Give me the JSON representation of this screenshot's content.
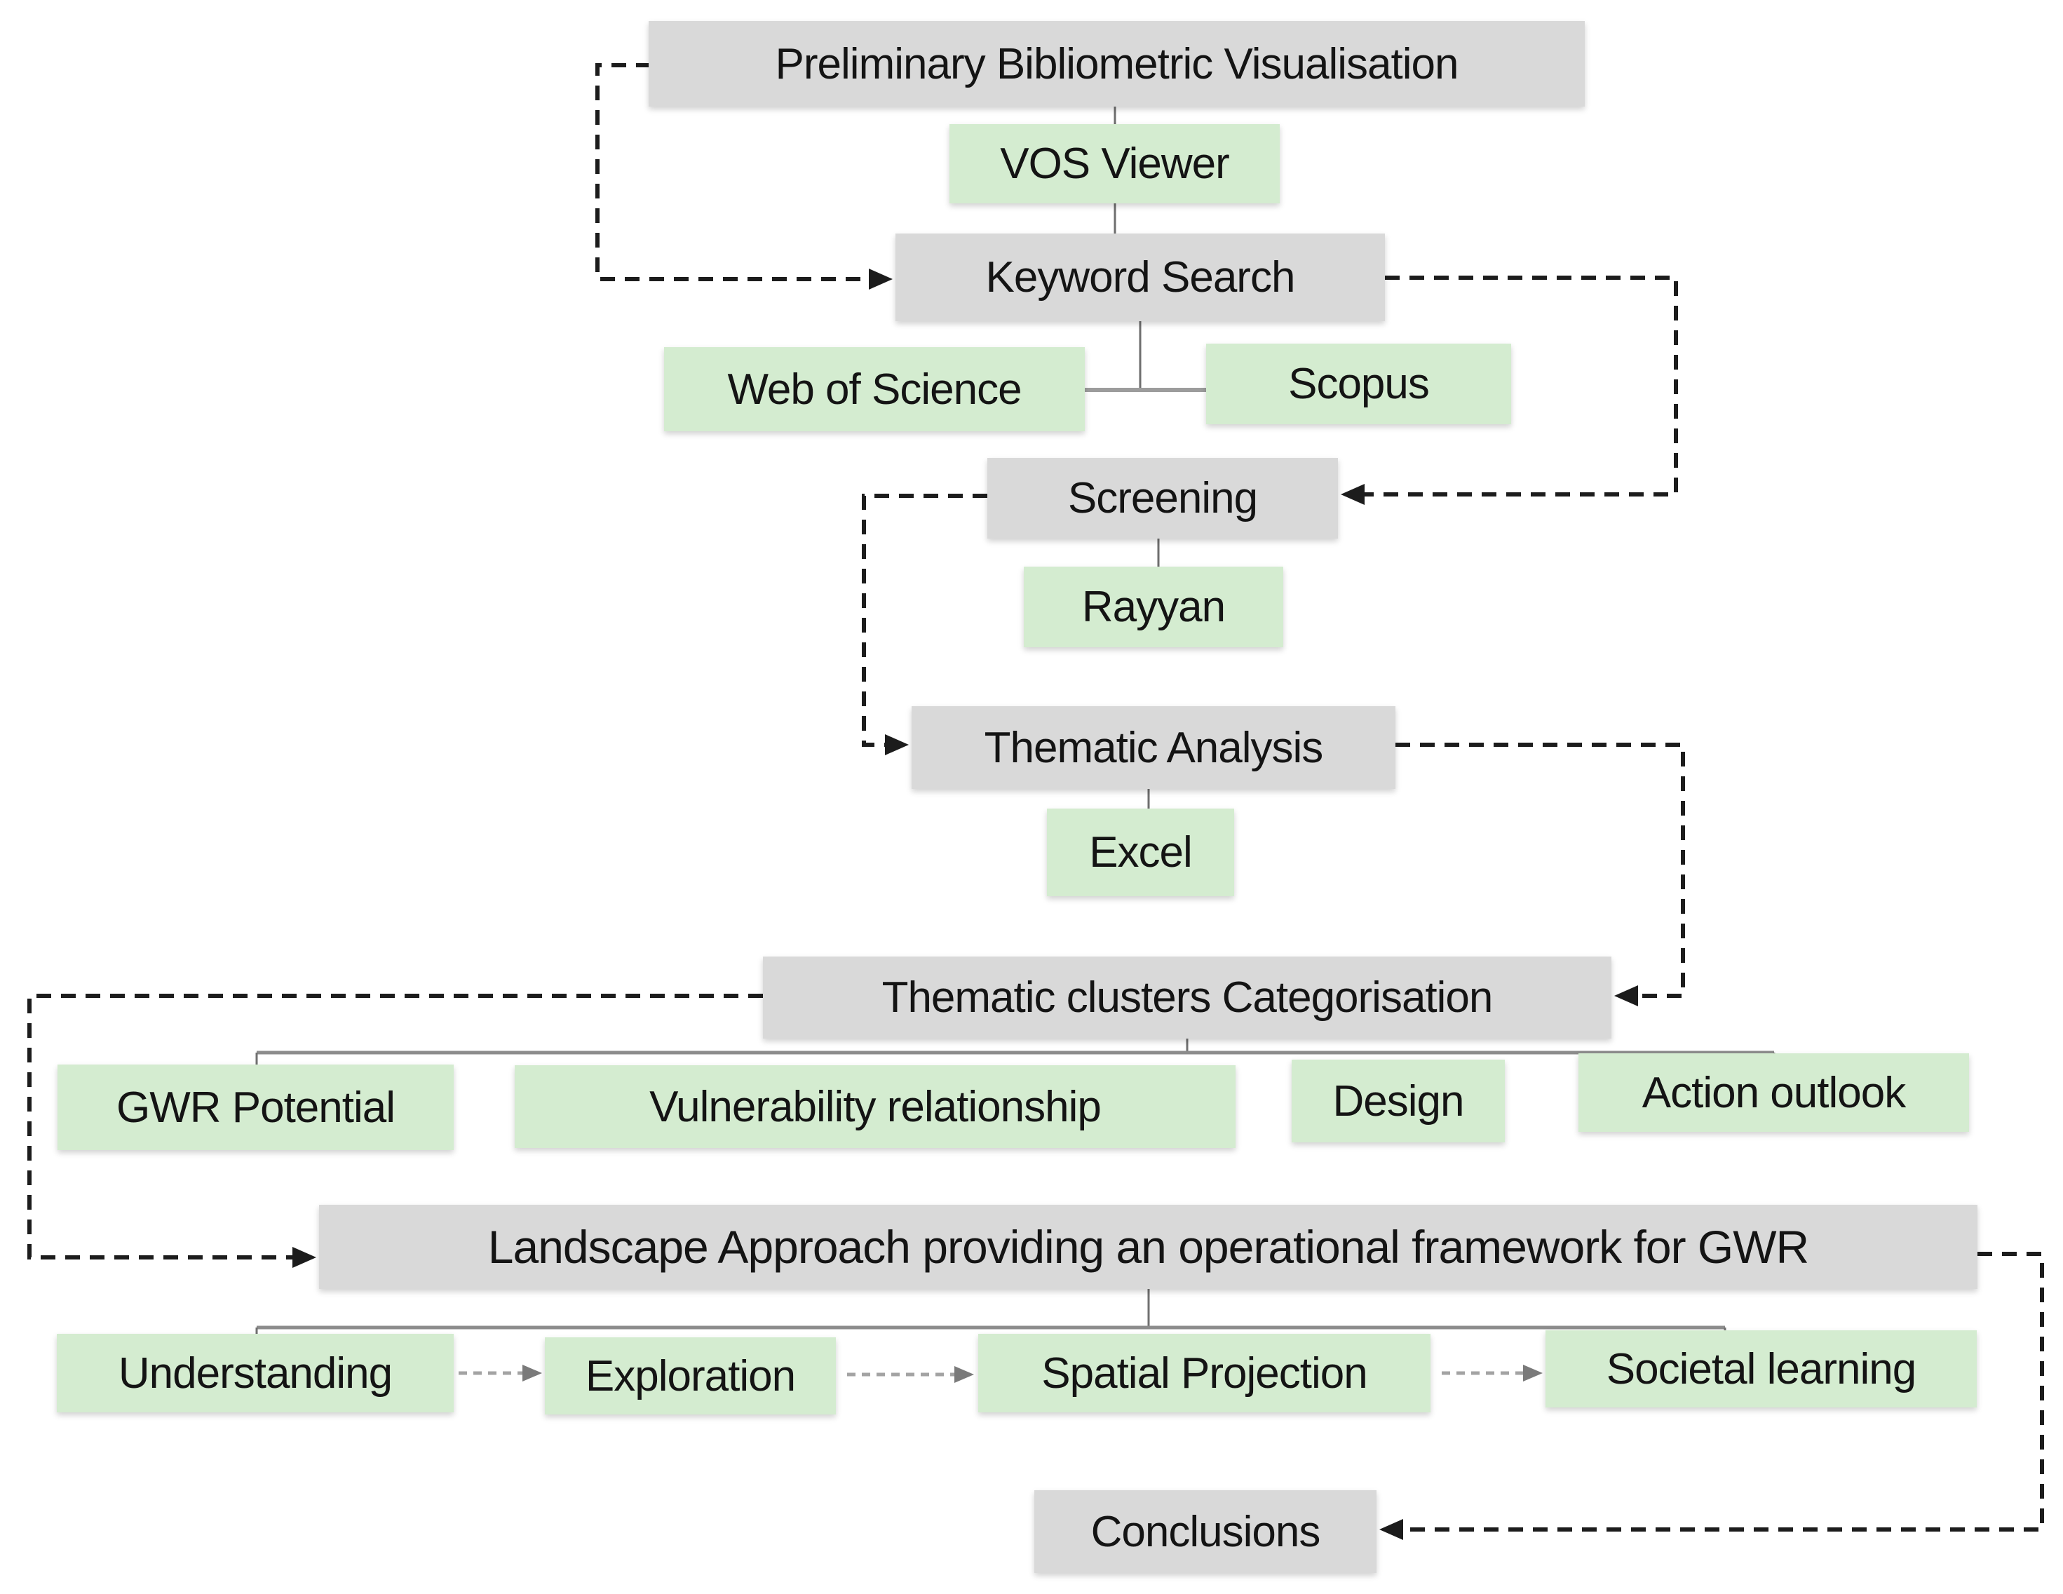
{
  "figure": {
    "type": "flowchart",
    "background": "#ffffff",
    "palette": {
      "process_fill": "#d9d9d9",
      "tool_fill": "#d4ecd0",
      "text_color": "#141414",
      "solid_connector": "#6e6e6e",
      "branch_connector": "#8c8c8c",
      "dashed_connector": "#1c1c1c",
      "light_dashed_connector": "#a3a3a3"
    },
    "nodes": [
      {
        "id": "preliminary-bibliometric-visualisation",
        "label": "Preliminary Bibliometric Visualisation",
        "type": "process"
      },
      {
        "id": "vos-viewer",
        "label": "VOS Viewer",
        "type": "tool"
      },
      {
        "id": "keyword-search",
        "label": "Keyword Search",
        "type": "process"
      },
      {
        "id": "web-of-science",
        "label": "Web of Science",
        "type": "tool"
      },
      {
        "id": "scopus",
        "label": "Scopus",
        "type": "tool"
      },
      {
        "id": "screening",
        "label": "Screening",
        "type": "process"
      },
      {
        "id": "rayyan",
        "label": "Rayyan",
        "type": "tool"
      },
      {
        "id": "thematic-analysis",
        "label": "Thematic Analysis",
        "type": "process"
      },
      {
        "id": "excel",
        "label": "Excel",
        "type": "tool"
      },
      {
        "id": "thematic-clusters-categorisation",
        "label": "Thematic clusters Categorisation",
        "type": "process"
      },
      {
        "id": "gwr-potential",
        "label": "GWR Potential",
        "type": "tool"
      },
      {
        "id": "vulnerability-relationship",
        "label": "Vulnerability relationship",
        "type": "tool"
      },
      {
        "id": "design",
        "label": "Design",
        "type": "tool"
      },
      {
        "id": "action-outlook",
        "label": "Action outlook",
        "type": "tool"
      },
      {
        "id": "landscape-approach",
        "label": "Landscape Approach providing an operational framework for GWR",
        "type": "process"
      },
      {
        "id": "understanding",
        "label": "Understanding",
        "type": "tool"
      },
      {
        "id": "exploration",
        "label": "Exploration",
        "type": "tool"
      },
      {
        "id": "spatial-projection",
        "label": "Spatial Projection",
        "type": "tool"
      },
      {
        "id": "societal-learning",
        "label": "Societal learning",
        "type": "tool"
      },
      {
        "id": "conclusions",
        "label": "Conclusions",
        "type": "process"
      }
    ],
    "edges": [
      {
        "from": "preliminary-bibliometric-visualisation",
        "to": "vos-viewer",
        "style": "solid"
      },
      {
        "from": "vos-viewer",
        "to": "keyword-search",
        "style": "solid"
      },
      {
        "from": "keyword-search",
        "to": "web-of-science",
        "style": "solid-branch"
      },
      {
        "from": "keyword-search",
        "to": "scopus",
        "style": "solid-branch"
      },
      {
        "from": "screening",
        "to": "rayyan",
        "style": "solid"
      },
      {
        "from": "thematic-analysis",
        "to": "excel",
        "style": "solid"
      },
      {
        "from": "preliminary-bibliometric-visualisation",
        "to": "keyword-search",
        "style": "dashed-arrow"
      },
      {
        "from": "keyword-search",
        "to": "screening",
        "style": "dashed-arrow"
      },
      {
        "from": "screening",
        "to": "thematic-analysis",
        "style": "dashed-arrow"
      },
      {
        "from": "thematic-analysis",
        "to": "thematic-clusters-categorisation",
        "style": "dashed-arrow"
      },
      {
        "from": "thematic-clusters-categorisation",
        "to": "landscape-approach",
        "style": "dashed-arrow"
      },
      {
        "from": "landscape-approach",
        "to": "conclusions",
        "style": "dashed-arrow"
      },
      {
        "from": "thematic-clusters-categorisation",
        "to": "gwr-potential",
        "style": "solid-branch"
      },
      {
        "from": "thematic-clusters-categorisation",
        "to": "vulnerability-relationship",
        "style": "solid-branch"
      },
      {
        "from": "thematic-clusters-categorisation",
        "to": "design",
        "style": "solid-branch"
      },
      {
        "from": "thematic-clusters-categorisation",
        "to": "action-outlook",
        "style": "solid-branch"
      },
      {
        "from": "landscape-approach",
        "to": "understanding",
        "style": "solid-branch"
      },
      {
        "from": "landscape-approach",
        "to": "exploration",
        "style": "solid-branch"
      },
      {
        "from": "landscape-approach",
        "to": "spatial-projection",
        "style": "solid-branch"
      },
      {
        "from": "landscape-approach",
        "to": "societal-learning",
        "style": "solid-branch"
      },
      {
        "from": "understanding",
        "to": "exploration",
        "style": "gray-dashed-arrow"
      },
      {
        "from": "exploration",
        "to": "spatial-projection",
        "style": "gray-dashed-arrow"
      },
      {
        "from": "spatial-projection",
        "to": "societal-learning",
        "style": "gray-dashed-arrow"
      }
    ]
  }
}
